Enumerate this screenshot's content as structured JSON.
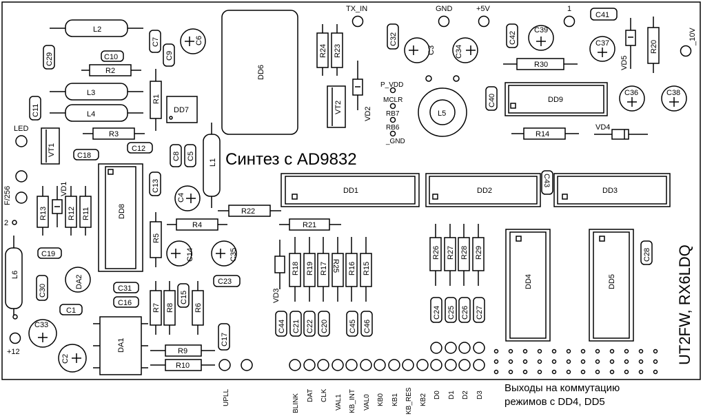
{
  "title": "Синтез с AD9832",
  "edge_text": "UT2FW, RX6LDQ",
  "note": [
    "Выходы на коммутацию",
    "режимов с DD4, DD5"
  ],
  "top_pins": {
    "tx_in": "TX_IN",
    "gnd": "GND",
    "p5v": "+5V",
    "one": "1",
    "v10": "_10V"
  },
  "side_labels": {
    "led": "LED",
    "f256": "F/256",
    "two": "2",
    "p12": "+12"
  },
  "ctrl_pins": [
    "P_VDD",
    "MCLR",
    "RB7",
    "RB6",
    "_GND"
  ],
  "bottom_pins": [
    "UPLL",
    "BLINK",
    "DAT",
    "CLK",
    "VAL1",
    "KB_INT",
    "VAL0",
    "KB0",
    "KB1",
    "KB_RES",
    "KB2",
    "D0",
    "D1",
    "D2",
    "D3"
  ],
  "ics": {
    "dd1": "DD1",
    "dd2": "DD2",
    "dd3": "DD3",
    "dd4": "DD4",
    "dd5": "DD5",
    "dd6": "DD6",
    "dd7": "DD7",
    "dd8": "DD8",
    "dd9": "DD9",
    "da1": "DA1",
    "da2": "DA2"
  },
  "resistors": {
    "r1": "R1",
    "r2": "R2",
    "r3": "R3",
    "r4": "R4",
    "r5": "R5",
    "r6": "R6",
    "r7": "R7",
    "r8": "R8",
    "r9": "R9",
    "r10": "R10",
    "r11": "R11",
    "r12": "R12",
    "r13": "R13",
    "r14": "R14",
    "r15": "R15",
    "r16": "R16",
    "r17": "R17",
    "r18": "R18",
    "r19": "R19",
    "r20": "R20",
    "r21": "R21",
    "r22": "R22",
    "r23": "R23",
    "r24": "R24",
    "r25": "R25",
    "r26": "R26",
    "r27": "R27",
    "r28": "R28",
    "r29": "R29",
    "r30": "R30"
  },
  "inductors": {
    "l1": "L1",
    "l2": "L2",
    "l3": "L3",
    "l4": "L4",
    "l5": "L5",
    "l6": "L6"
  },
  "caps": {
    "c1": "C1",
    "c2": "C2",
    "c3": "C3",
    "c4": "C4",
    "c5": "C5",
    "c6": "C6",
    "c7": "C7",
    "c8": "C8",
    "c9": "C9",
    "c10": "C10",
    "c11": "C11",
    "c12": "C12",
    "c13": "C13",
    "c14": "C14",
    "c15": "C15",
    "c16": "C16",
    "c17": "C17",
    "c18": "C18",
    "c19": "C19",
    "c20": "C20",
    "c21": "C21",
    "c22": "C22",
    "c23": "C23",
    "c24": "C24",
    "c25": "C25",
    "c26": "C26",
    "c27": "C27",
    "c28": "C28",
    "c29": "C29",
    "c30": "C30",
    "c31": "C31",
    "c32": "C32",
    "c33": "C33",
    "c34": "C34",
    "c35": "C35",
    "c36": "C36",
    "c37": "C37",
    "c38": "C38",
    "c39": "C39",
    "c40": "C40",
    "c41": "C41",
    "c42": "C42",
    "c43": "C43",
    "c44": "C44",
    "c45": "C45",
    "c46": "C46"
  },
  "semis": {
    "vt1": "VT1",
    "vt2": "VT2",
    "vd1": "VD1",
    "vd2": "VD2",
    "vd3": "VD3",
    "vd4": "VD4",
    "vd5": "VD5"
  }
}
